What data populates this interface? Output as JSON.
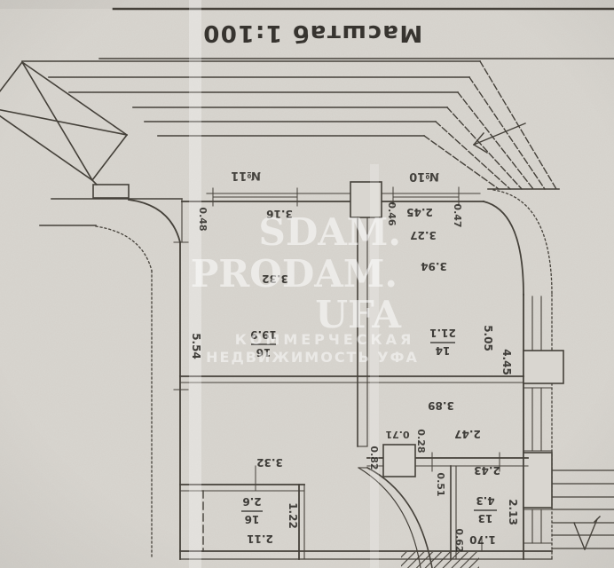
{
  "header": {
    "scale_label": "Масштаб 1:100"
  },
  "windows": {
    "w11": "№11",
    "w10": "№10"
  },
  "rooms": [
    {
      "number": "16",
      "area": "19.9"
    },
    {
      "number": "14",
      "area": "21.1"
    },
    {
      "number": "16",
      "area": "2.6"
    },
    {
      "number": "13",
      "area": "4.3"
    }
  ],
  "dims": {
    "d048": "0.48",
    "d316": "3.16",
    "d046": "0.46",
    "d245": "2.45",
    "d047": "0.47",
    "d327": "3.27",
    "d394": "3.94",
    "d332a": "3.32",
    "d554": "5.54",
    "d505": "5.05",
    "d445": "4.45",
    "d389": "3.89",
    "d071": "0.71",
    "d028": "0.28",
    "d247": "2.47",
    "d082": "0.82",
    "d243": "2.43",
    "d051": "0.51",
    "d332b": "3.32",
    "d122": "1.22",
    "d211": "2.11",
    "d213": "2.13",
    "d170": "1.70",
    "d062": "0.62"
  },
  "watermark": {
    "line1": "SDAM.",
    "line2": "PRODAM.",
    "line3": "UFA",
    "line4": "КОММЕРЧЕСКАЯ",
    "line5": "НЕДВИЖИМОСТЬ УФА"
  },
  "colors": {
    "paper": "#d9d6d0",
    "ink": "#45413a",
    "dim_text": "#2b2925",
    "watermark": "#ffffff"
  }
}
